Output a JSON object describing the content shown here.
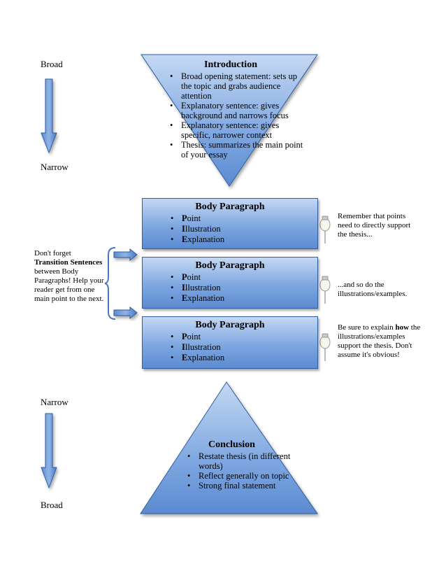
{
  "left_labels": {
    "top_broad": "Broad",
    "top_narrow": "Narrow",
    "bottom_narrow": "Narrow",
    "bottom_broad": "Broad"
  },
  "introduction": {
    "title": "Introduction",
    "bullets": [
      "Broad opening statement: sets up the topic and grabs audience attention",
      "Explanatory sentence: gives background and narrows focus",
      "Explanatory sentence: gives specific, narrower context",
      "Thesis: summarizes the main point of your essay"
    ]
  },
  "body_paragraphs": [
    {
      "title": "Body Paragraph",
      "items": [
        {
          "cap": "P",
          "rest": "oint"
        },
        {
          "cap": "I",
          "rest": "llustration"
        },
        {
          "cap": "E",
          "rest": "xplanation"
        }
      ]
    },
    {
      "title": "Body Paragraph",
      "items": [
        {
          "cap": "P",
          "rest": "oint"
        },
        {
          "cap": "I",
          "rest": "llustration"
        },
        {
          "cap": "E",
          "rest": "xplanation"
        }
      ]
    },
    {
      "title": "Body Paragraph",
      "items": [
        {
          "cap": "P",
          "rest": "oint"
        },
        {
          "cap": "I",
          "rest": "llustration"
        },
        {
          "cap": "E",
          "rest": "xplanation"
        }
      ]
    }
  ],
  "transition_note": {
    "line1": "Don't forget",
    "bold": "Transition Sentences",
    "rest": "between Body Paragraphs! Help your reader get from one main point to the next."
  },
  "right_notes": {
    "note1": "Remember that points need to directly support the thesis...",
    "note2": "...and so do the illustrations/examples.",
    "note3_before": "Be sure to explain ",
    "note3_bold": "how",
    "note3_after": " the illustrations/examples support the thesis. Don't assume it's obvious!"
  },
  "conclusion": {
    "title": "Conclusion",
    "bullets": [
      "Restate thesis (in different words)",
      "Reflect generally on topic",
      "Strong final statement"
    ]
  },
  "colors": {
    "shape_light": "#c4d8f3",
    "shape_dark": "#5c8bd2",
    "outline": "#2f5d9e"
  }
}
